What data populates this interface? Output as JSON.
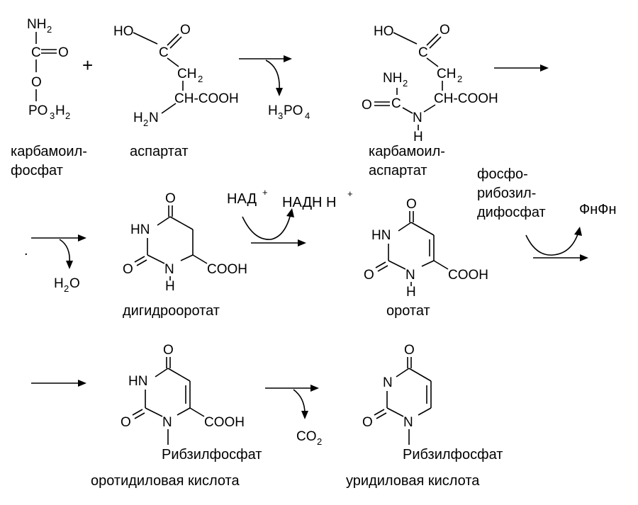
{
  "compounds": {
    "carbamoyl_phosphate": {
      "line1": "карбамоил-",
      "line2": "фосфат"
    },
    "aspartate": "аспартат",
    "carbamoyl_aspartate": {
      "line1": "карбамоил-",
      "line2": "аспартат"
    },
    "dihydroorotate": "дигидрооротат",
    "orotate": "оротат",
    "orotidylic_acid": "оротидиловая кислота",
    "uridylic_acid": "уридиловая кислота"
  },
  "reagents": {
    "prpp": {
      "line1": "фосфо-",
      "line2": "рибозил-",
      "line3": "дифосфат"
    },
    "pp_out": "ФнФн",
    "nad": "НАД",
    "nadh": "НАДН Н",
    "plus_sign": "+",
    "h3po4_main": "H",
    "h3po4_sub1": "3",
    "h3po4_p": "PO",
    "h3po4_sub2": "4",
    "h2o_h": "H",
    "h2o_sub": "2",
    "h2o_o": "O",
    "co2_c": "CO",
    "co2_sub": "2",
    "superscript_plus": "+",
    "reaction_plus": "+"
  },
  "atoms": {
    "nh2": "NH",
    "sub2": "2",
    "c": "C",
    "o": "O",
    "eq_o": "=O",
    "po3h2_p": "PO",
    "po3h2_3": "3",
    "po3h2_h": "H",
    "po3h2_2": "2",
    "ho": "HO",
    "ch2": "CH",
    "ch_cooh": "CH-COOH",
    "h2n_h": "H",
    "h2n_n": "N",
    "n": "N",
    "h": "H",
    "hn": "HN",
    "cooh": "COOH",
    "ribosyl": "Рибзилфосфат"
  }
}
